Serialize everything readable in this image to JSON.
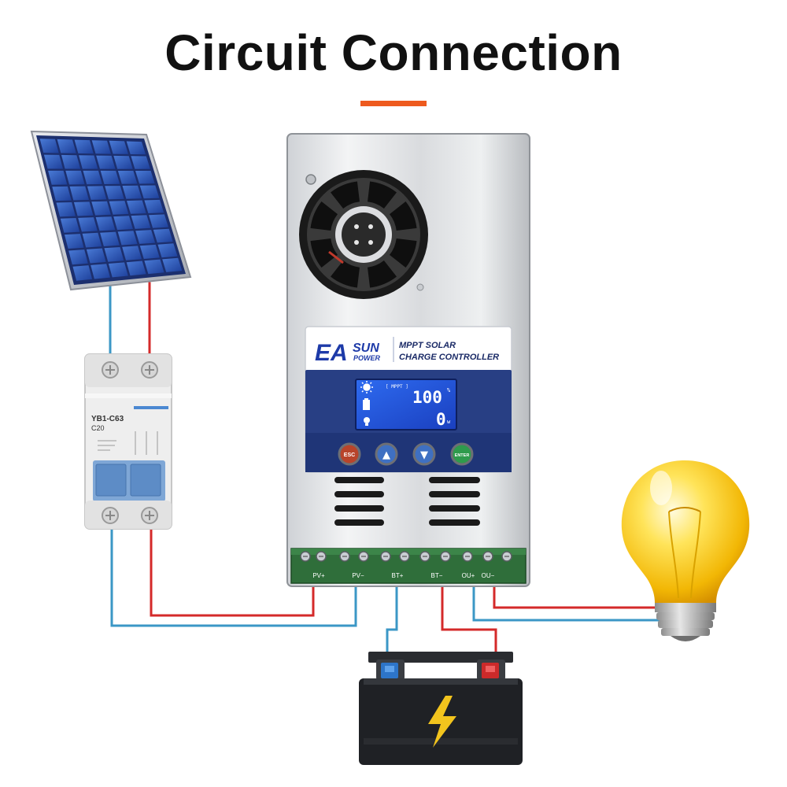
{
  "title": "Circuit Connection",
  "accent_color": "#ee5a1e",
  "wire_colors": {
    "positive": "#d42a2a",
    "negative": "#3b97c6"
  },
  "breaker": {
    "model": "YB1-C63",
    "rating": "C20",
    "icon": "circuit-breaker-icon"
  },
  "controller": {
    "brand_main": "EA",
    "brand_sun": "SUN",
    "brand_power": "POWER",
    "product_line1": "MPPT SOLAR",
    "product_line2": "CHARGE CONTROLLER",
    "lcd_mode": "[ MPPT ]",
    "lcd_value_top": "100",
    "lcd_unit_top": "%",
    "lcd_value_bottom": "0",
    "lcd_unit_bottom": "w",
    "buttons": [
      "ESC",
      "▲",
      "▼",
      "ENTER"
    ],
    "terminals": [
      "PV+",
      "PV−",
      "BT+",
      "BT−",
      "OU+",
      "OU−"
    ]
  },
  "icons": [
    "solar-panel-icon",
    "fan-icon",
    "battery-icon",
    "lightning-bolt-icon",
    "light-bulb-icon"
  ]
}
